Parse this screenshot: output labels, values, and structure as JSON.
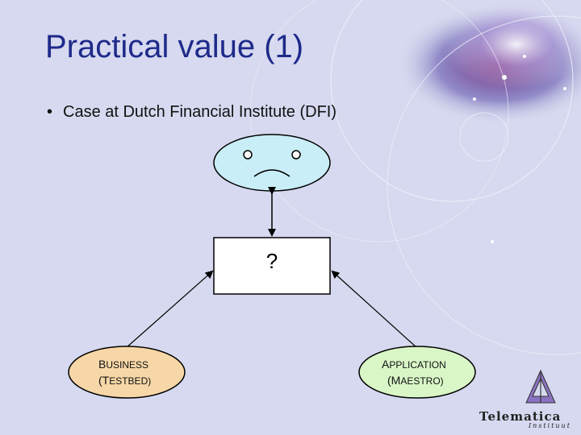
{
  "slide": {
    "title": "Practical value (1)",
    "bullet": "Case at Dutch Financial Institute (DFI)"
  },
  "diagram": {
    "question_mark": "?",
    "business": {
      "line1_initial": "B",
      "line1_rest": "USINESS",
      "line2_open": "(T",
      "line2_rest": "ESTBED)"
    },
    "application": {
      "line1_initial": "A",
      "line1_rest": "PPLICATION",
      "line2_open": "(M",
      "line2_rest": "AESTRO)"
    }
  },
  "logo": {
    "name": "Telematica",
    "sub": "Instituut"
  },
  "colors": {
    "title": "#1e2a8a",
    "face_fill": "#c9eef8",
    "business_fill": "#f7d7a7",
    "application_fill": "#d9f6c7"
  }
}
